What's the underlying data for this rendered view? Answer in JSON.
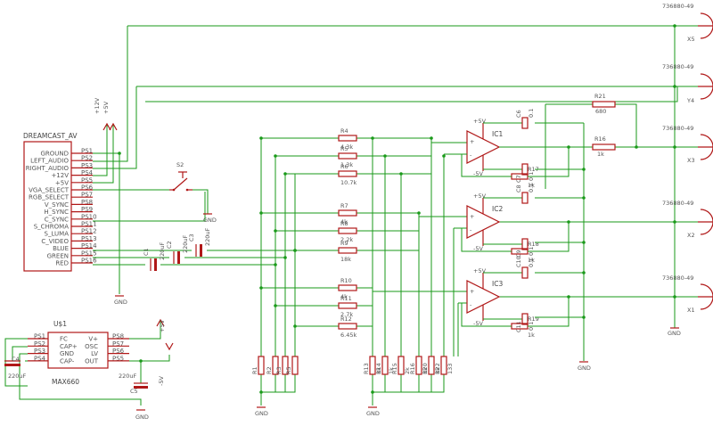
{
  "connectors": {
    "part_number": "736880-49",
    "labels": [
      "X5",
      "Y4",
      "X3",
      "X2",
      "X1"
    ]
  },
  "dreamcast": {
    "title": "DREAMCAST_AV",
    "pins": [
      {
        "name": "GROUND",
        "pin": "PS1"
      },
      {
        "name": "LEFT_AUDIO",
        "pin": "PS2"
      },
      {
        "name": "RIGHT_AUDIO",
        "pin": "PS3"
      },
      {
        "name": "+12V",
        "pin": "PS4"
      },
      {
        "name": "+5V",
        "pin": "PS5"
      },
      {
        "name": "VGA_SELECT",
        "pin": "PS6"
      },
      {
        "name": "RGB_SELECT",
        "pin": "PS7"
      },
      {
        "name": "V_SYNC",
        "pin": "PS8"
      },
      {
        "name": "H_SYNC",
        "pin": "PS9"
      },
      {
        "name": "C_SYNC",
        "pin": "PS10"
      },
      {
        "name": "S_CHROMA",
        "pin": "PS11"
      },
      {
        "name": "S_LUMA",
        "pin": "PS12"
      },
      {
        "name": "C_VIDEO",
        "pin": "PS13"
      },
      {
        "name": "BLUE",
        "pin": "PS14"
      },
      {
        "name": "GREEN",
        "pin": "PS15"
      },
      {
        "name": "RED",
        "pin": "PS16"
      }
    ]
  },
  "max660": {
    "ref": "U$1",
    "part": "MAX660",
    "left_pins": [
      {
        "name": "FC",
        "pin": "PS1"
      },
      {
        "name": "CAP+",
        "pin": "PS2"
      },
      {
        "name": "GND",
        "pin": "PS3"
      },
      {
        "name": "CAP-",
        "pin": "PS4"
      }
    ],
    "right_pins": [
      {
        "name": "V+",
        "pin": "PS8"
      },
      {
        "name": "OSC",
        "pin": "PS7"
      },
      {
        "name": "LV",
        "pin": "PS6"
      },
      {
        "name": "OUT",
        "pin": "PS5"
      }
    ]
  },
  "supplies": {
    "p12v": "+12V",
    "p5v": "+5V",
    "m5v": "-5V",
    "gnd": "GND"
  },
  "switch": {
    "ref": "S2"
  },
  "coupling_caps": [
    {
      "ref": "C1",
      "value": "220uF"
    },
    {
      "ref": "C2",
      "value": "220uF"
    },
    {
      "ref": "C3",
      "value": "220uF"
    }
  ],
  "max_caps": [
    {
      "ref": "C4",
      "value": "220uF"
    },
    {
      "ref": "C5",
      "value": "220uF"
    }
  ],
  "series_resistors": [
    {
      "ref": "R4",
      "value": "4.3k"
    },
    {
      "ref": "R5",
      "value": "1.3k"
    },
    {
      "ref": "R6",
      "value": "10.7k"
    },
    {
      "ref": "R7",
      "value": "4k"
    },
    {
      "ref": "R8",
      "value": "2.2k"
    },
    {
      "ref": "R9",
      "value": "18k"
    },
    {
      "ref": "R10",
      "value": "4k"
    },
    {
      "ref": "R11",
      "value": "2.7k"
    },
    {
      "ref": "R12",
      "value": "6.45k"
    }
  ],
  "left_vertical_resistors": [
    "R1",
    "R2",
    "R3",
    "R5"
  ],
  "right_vertical_resistors": [
    {
      "ref": "R13",
      "value": "1k"
    },
    {
      "ref": "R14",
      "value": "1k"
    },
    {
      "ref": "R15",
      "value": "2k"
    },
    {
      "ref": "R16",
      "value": "1k"
    },
    {
      "ref": "R20",
      "value": "1k"
    },
    {
      "ref": "R22",
      "value": "133"
    }
  ],
  "opamps": [
    {
      "ref": "IC1",
      "cap": "C6",
      "cap_val": "0.1",
      "cap2": "C7",
      "cap2_val": "0.1",
      "fb": "R17",
      "fb_val": "1k",
      "out_r": "R18",
      "out_val": "1k"
    },
    {
      "ref": "IC2",
      "cap": "C8",
      "cap_val": "0.1",
      "cap2": "C9",
      "cap2_val": "0.1",
      "fb": "R18",
      "fb_val": "1k"
    },
    {
      "ref": "IC3",
      "cap": "C10",
      "cap_val": "0.1",
      "cap2": "C11",
      "cap2_val": "0.1",
      "fb": "R19",
      "fb_val": "1k"
    }
  ],
  "r21": {
    "ref": "R21",
    "value": "680"
  },
  "r16": {
    "ref": "R16",
    "value": "1k"
  }
}
